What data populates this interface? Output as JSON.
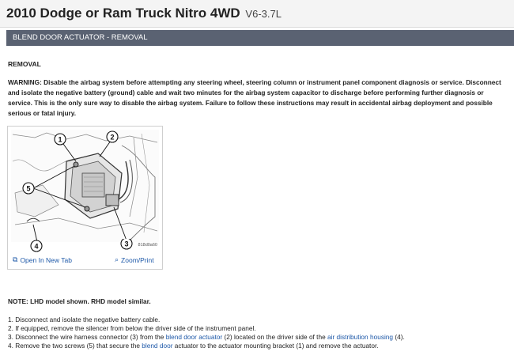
{
  "header": {
    "title": "2010 Dodge or Ram Truck Nitro 4WD",
    "engine": "V6-3.7L"
  },
  "section": {
    "title": "BLEND DOOR ACTUATOR - REMOVAL"
  },
  "content": {
    "removal_label": "REMOVAL",
    "warning": "WARNING:  Disable the airbag system before attempting any steering wheel, steering column or instrument panel component diagnosis or service. Disconnect and isolate the negative battery (ground) cable and wait two minutes for the airbag system capacitor to discharge before performing further diagnosis or service. This is the only sure way to disable the airbag system. Failure to follow these instructions may result in accidental airbag deployment and possible serious or fatal injury.",
    "figure": {
      "callouts": [
        "1",
        "2",
        "3",
        "4",
        "5"
      ],
      "code": "818d0a60",
      "open_tab_label": "Open In New Tab",
      "zoom_label": "Zoom/Print",
      "open_tab_icon": "external-link-icon",
      "zoom_icon": "magnifier-icon"
    },
    "note": "NOTE:  LHD model shown. RHD model similar.",
    "steps": [
      {
        "num": "1.",
        "pre": "Disconnect and isolate the negative battery cable."
      },
      {
        "num": "2.",
        "pre": "If equipped, remove the silencer from below the driver side of the instrument panel."
      },
      {
        "num": "3.",
        "pre": "Disconnect the wire harness connector (3) from the ",
        "link1": "blend door actuator",
        "mid": " (2) located on the driver side of the ",
        "link2": "air distribution housing",
        "post": " (4)."
      },
      {
        "num": "4.",
        "pre": "Remove the two screws (5) that secure the ",
        "link1": "blend door",
        "mid": " actuator to the actuator mounting bracket (1) and remove the actuator."
      }
    ]
  },
  "colors": {
    "section_bar": "#5a6272",
    "link": "#1d58a8"
  }
}
